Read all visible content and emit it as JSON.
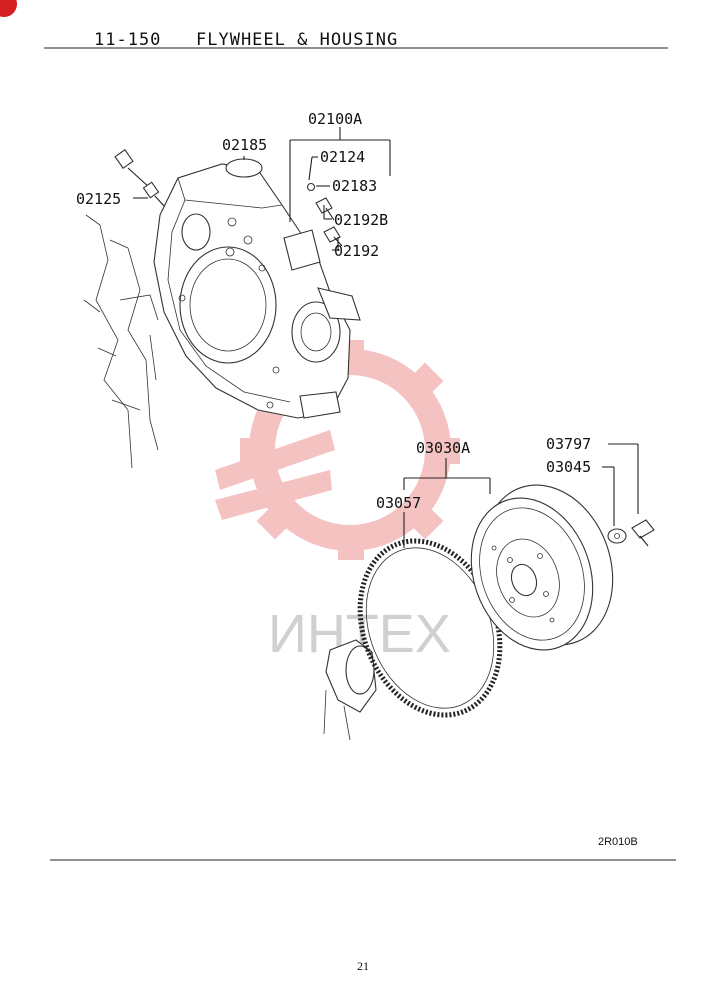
{
  "header": {
    "section": "11-150",
    "title": "FLYWHEEL & HOUSING"
  },
  "parts": {
    "p02100A": "02100A",
    "p02185": "02185",
    "p02124": "02124",
    "p02183": "02183",
    "p02125": "02125",
    "p02192B": "02192B",
    "p02192": "02192",
    "p03030A": "03030A",
    "p03797": "03797",
    "p03045": "03045",
    "p03057": "03057"
  },
  "diagram_code": "2R010B",
  "watermark": "ИНТЕХ",
  "page_number": "21",
  "colors": {
    "watermark_gear": "#f4b8b8",
    "corner_badge": "#d42020",
    "line": "#222222"
  }
}
